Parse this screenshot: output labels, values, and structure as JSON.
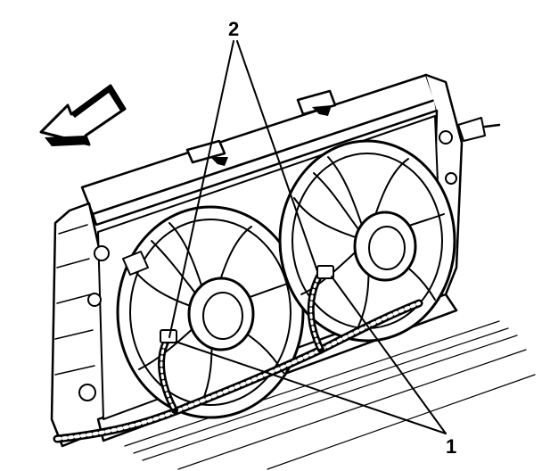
{
  "diagram": {
    "callouts": [
      {
        "id": "callout-1",
        "label": "1",
        "target": "fan-connectors"
      },
      {
        "id": "callout-2",
        "label": "2",
        "target": "harness-clips"
      }
    ],
    "icons": [
      "forward-arrow-icon"
    ],
    "colors": {
      "line": "#000000",
      "paper": "#ffffff",
      "shade": "#000000"
    }
  }
}
